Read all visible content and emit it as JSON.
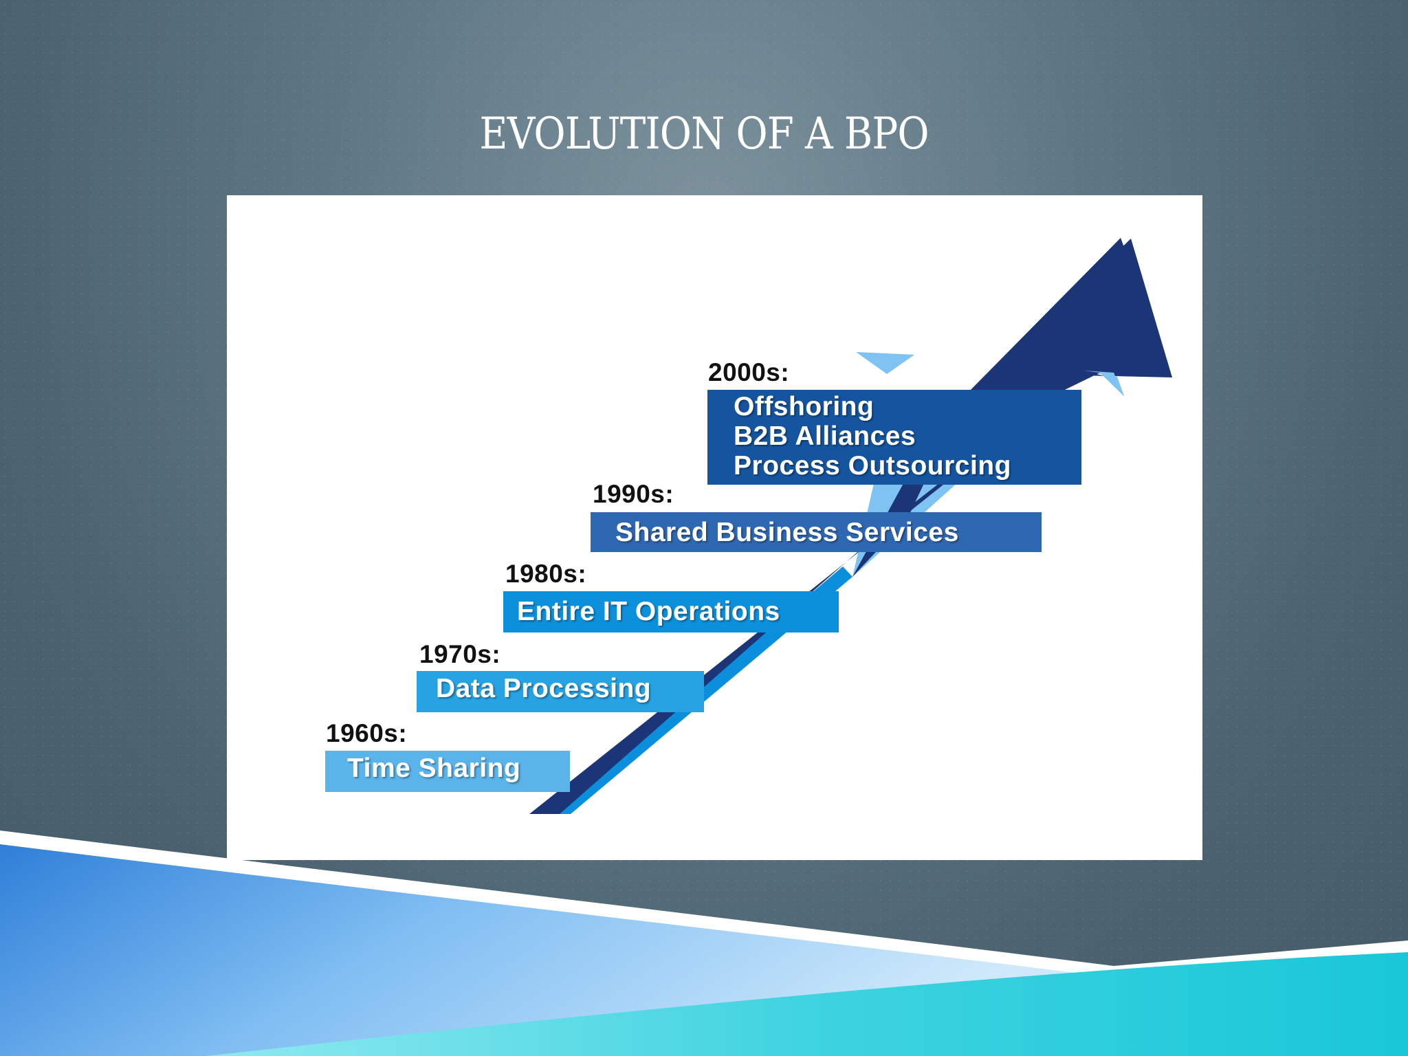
{
  "slide": {
    "title": "EVOLUTION OF A BPO"
  },
  "diagram": {
    "eras": [
      {
        "decade": "1960s:",
        "items": [
          "Time Sharing"
        ],
        "color": "#5ab4ea"
      },
      {
        "decade": "1970s:",
        "items": [
          "Data Processing"
        ],
        "color": "#27a2e2"
      },
      {
        "decade": "1980s:",
        "items": [
          "Entire IT Operations"
        ],
        "color": "#0d90dc"
      },
      {
        "decade": "1990s:",
        "items": [
          "Shared Business Services"
        ],
        "color": "#2f68b2"
      },
      {
        "decade": "2000s:",
        "items": [
          "Offshoring",
          "B2B Alliances",
          "Process Outsourcing"
        ],
        "color": "#1555a0"
      }
    ],
    "arrow_color": "#1c3577",
    "arrow_edge_color": "#0b8fdd"
  }
}
